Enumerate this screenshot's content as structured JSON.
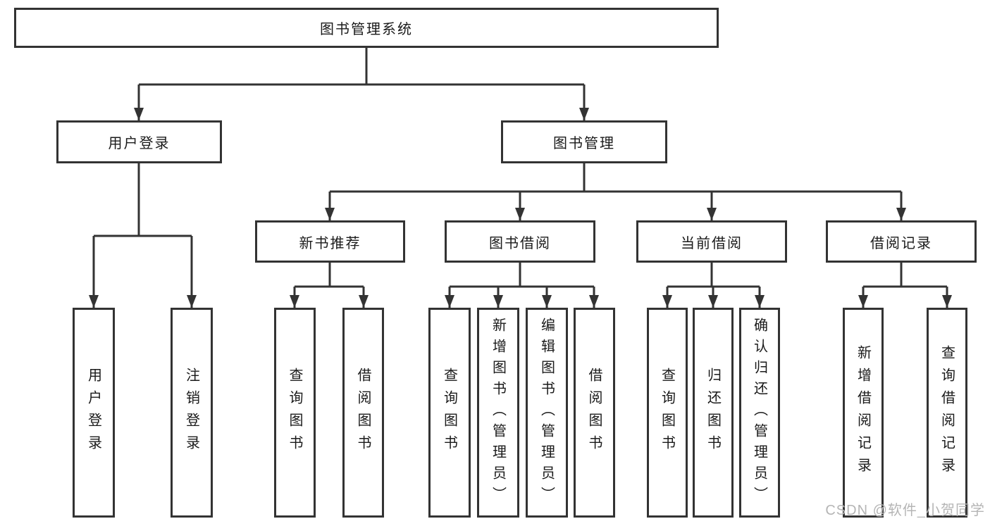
{
  "colors": {
    "line": "#333333",
    "text": "#1a1a1a",
    "box_fill": "#ffffff",
    "watermark": "#b5b5b5"
  },
  "watermark": {
    "text": "CSDN @软件_小贺同学"
  },
  "tree": {
    "label": "图书管理系统",
    "children": [
      {
        "label": "用户登录",
        "children": [
          {
            "label": "用户登录"
          },
          {
            "label": "注销登录"
          }
        ]
      },
      {
        "label": "图书管理",
        "children": [
          {
            "label": "新书推荐",
            "children": [
              {
                "label": "查询图书"
              },
              {
                "label": "借阅图书"
              }
            ]
          },
          {
            "label": "图书借阅",
            "children": [
              {
                "label": "查询图书"
              },
              {
                "label": "新增图书（管理员）"
              },
              {
                "label": "编辑图书（管理员）"
              },
              {
                "label": "借阅图书"
              }
            ]
          },
          {
            "label": "当前借阅",
            "children": [
              {
                "label": "查询图书"
              },
              {
                "label": "归还图书"
              },
              {
                "label": "确认归还（管理员）"
              }
            ]
          },
          {
            "label": "借阅记录",
            "children": [
              {
                "label": "新增借阅记录"
              },
              {
                "label": "查询借阅记录"
              }
            ]
          }
        ]
      }
    ]
  }
}
